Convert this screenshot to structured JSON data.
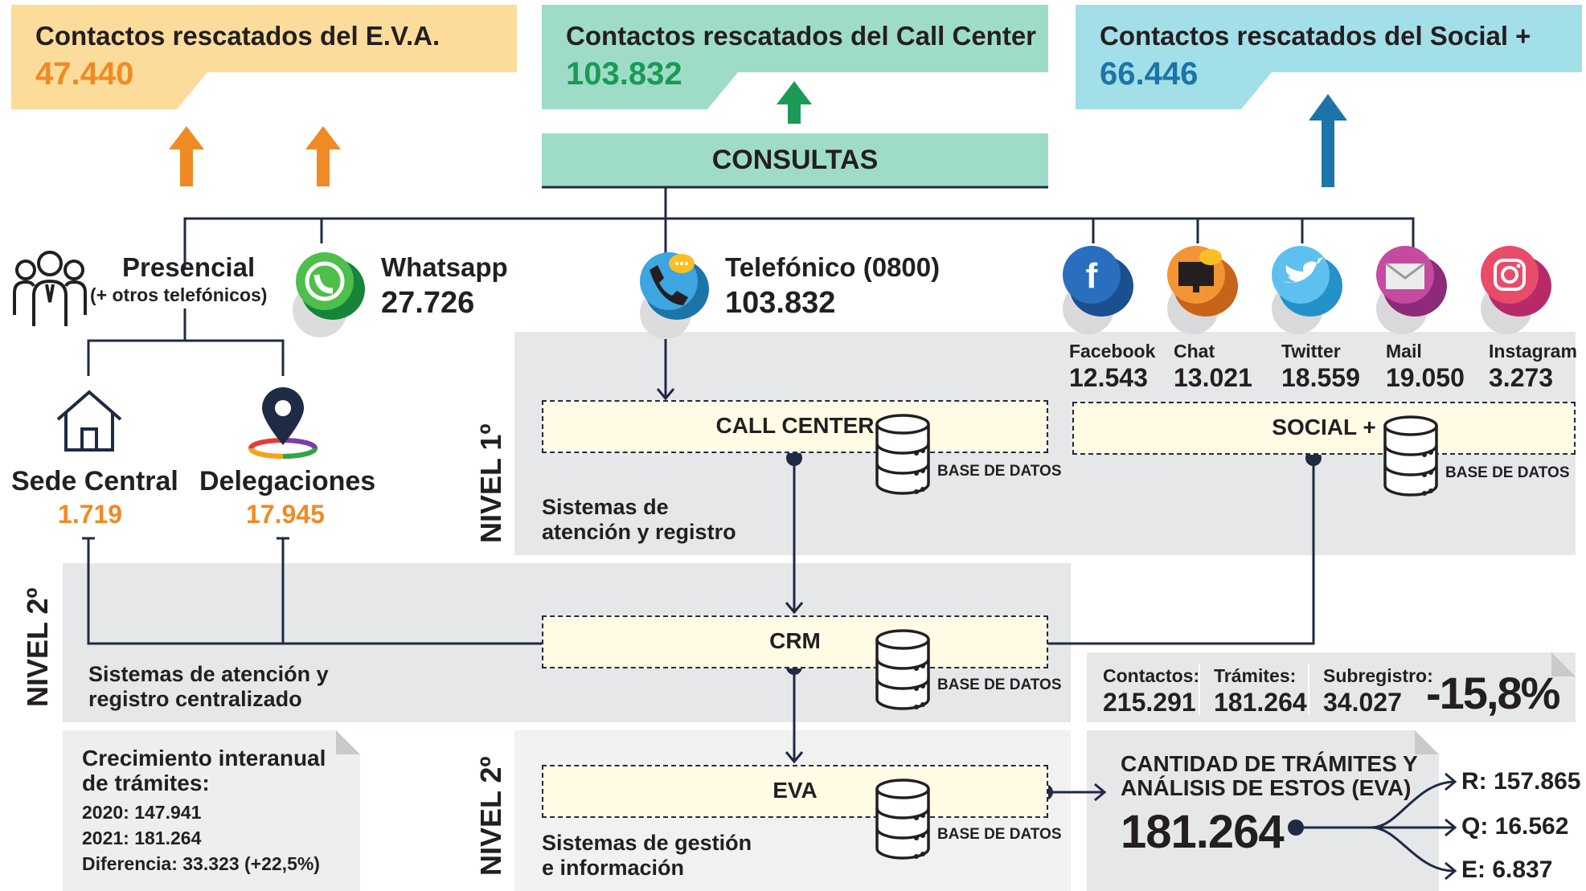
{
  "banners": {
    "eva": {
      "title": "Contactos rescatados del E.V.A.",
      "value": "47.440",
      "color": "#fbdc9a",
      "value_color": "#f08a24"
    },
    "callcenter": {
      "title": "Contactos rescatados del Call Center",
      "value": "103.832",
      "color": "#9fdcc8",
      "value_color": "#1a9a55"
    },
    "social": {
      "title": "Contactos rescatados del Social +",
      "value": "66.446",
      "color": "#a3dfe8",
      "value_color": "#1b75a8"
    }
  },
  "consultas": "CONSULTAS",
  "channels": {
    "presencial": {
      "label": "Presencial",
      "sub": "(+ otros telefónicos)"
    },
    "whatsapp": {
      "label": "Whatsapp",
      "value": "27.726"
    },
    "telefonico": {
      "label": "Telefónico (0800)",
      "value": "103.832"
    },
    "sede": {
      "label": "Sede Central",
      "value": "1.719"
    },
    "delegaciones": {
      "label": "Delegaciones",
      "value": "17.945"
    }
  },
  "social": [
    {
      "name": "Facebook",
      "value": "12.543",
      "icon": "facebook-icon"
    },
    {
      "name": "Chat",
      "value": "13.021",
      "icon": "chat-icon"
    },
    {
      "name": "Twitter",
      "value": "18.559",
      "icon": "twitter-icon"
    },
    {
      "name": "Mail",
      "value": "19.050",
      "icon": "mail-icon"
    },
    {
      "name": "Instagram",
      "value": "3.273",
      "icon": "instagram-icon"
    }
  ],
  "levels": {
    "nivel1": "NIVEL 1º",
    "nivel2a": "NIVEL 2º",
    "nivel2b": "NIVEL 2º"
  },
  "systems": {
    "callcenter": "CALL CENTER",
    "social": "SOCIAL +",
    "crm": "CRM",
    "eva": "EVA",
    "db": "BASE DE DATOS",
    "nivel1_desc_1": "Sistemas de",
    "nivel1_desc_2": "atención y registro",
    "nivel2a_desc_1": "Sistemas de atención y",
    "nivel2a_desc_2": "registro centralizado",
    "nivel2b_desc_1": "Sistemas de gestión",
    "nivel2b_desc_2": "e información"
  },
  "stats": {
    "contactos_label": "Contactos:",
    "contactos": "215.291",
    "tramites_label": "Trámites:",
    "tramites": "181.264",
    "subregistro_label": "Subregistro:",
    "subregistro": "34.027",
    "percent": "-15,8%"
  },
  "growth": {
    "title_1": "Crecimiento interanual",
    "title_2": "de trámites:",
    "y2020": "2020: 147.941",
    "y2021": "2021: 181.264",
    "diff": "Diferencia: 33.323 (+22,5%)"
  },
  "eva_analysis": {
    "title_1": "CANTIDAD DE TRÁMITES Y",
    "title_2": "ANÁLISIS DE ESTOS (EVA)",
    "total": "181.264",
    "r": "R: 157.865",
    "q": "Q: 16.562",
    "e": "E: 6.837"
  }
}
